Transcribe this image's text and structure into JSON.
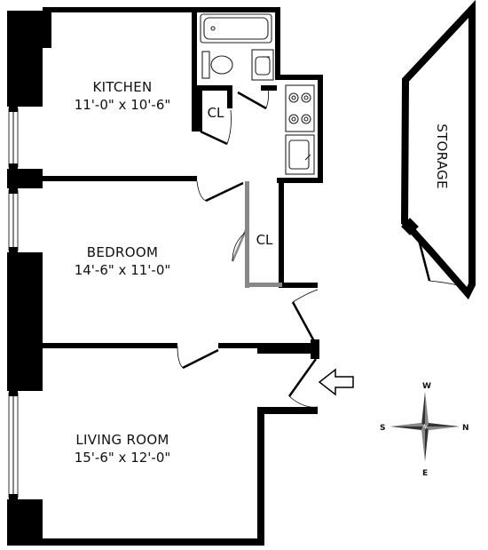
{
  "rooms": {
    "kitchen": {
      "name": "KITCHEN",
      "dimensions": "11'-0\" x 10'-6\""
    },
    "bedroom": {
      "name": "BEDROOM",
      "dimensions": "14'-6\" x 11'-0\""
    },
    "living_room": {
      "name": "LIVING ROOM",
      "dimensions": "15'-6\" x 12'-0\""
    },
    "closet_kitchen": {
      "name": "CL"
    },
    "closet_bedroom": {
      "name": "CL"
    },
    "storage": {
      "name": "STORAGE"
    }
  },
  "compass": {
    "n": "N",
    "s": "S",
    "e": "E",
    "w": "W"
  },
  "colors": {
    "wall": "#000000",
    "closet_wall": "#888888",
    "background": "#ffffff"
  },
  "icons": {
    "entry": "entry-arrow-icon",
    "compass": "compass-rose-icon",
    "bathtub": "bathtub-icon",
    "toilet": "toilet-icon",
    "sink": "sink-icon",
    "stove": "stove-icon",
    "kitchen_sink": "kitchen-sink-icon"
  }
}
